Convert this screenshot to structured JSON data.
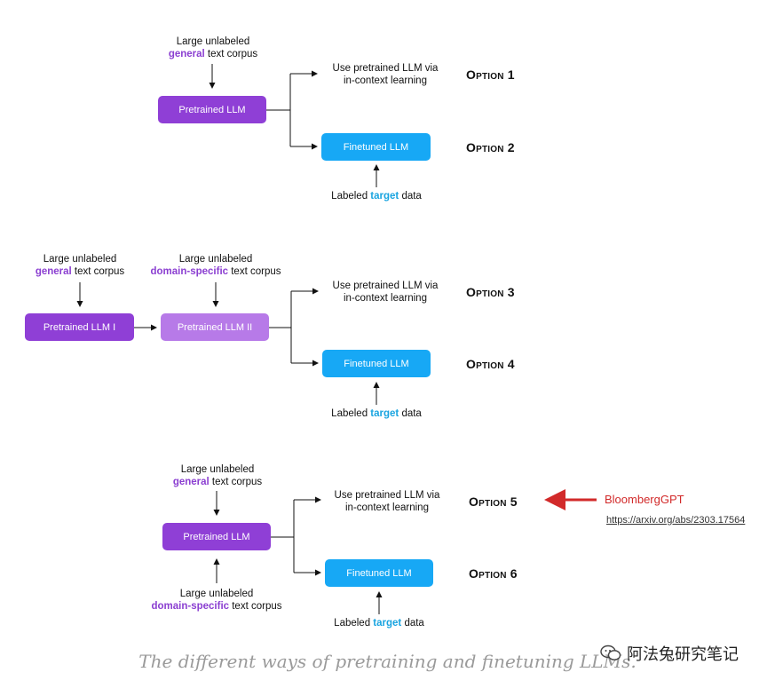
{
  "sections": [
    {
      "corpus_top": {
        "line1": "Large unlabeled",
        "highlight": "general",
        "rest": " text corpus"
      },
      "pretrained_label": "Pretrained LLM",
      "icl": {
        "line1": "Use pretrained LLM via",
        "line2": "in-context learning"
      },
      "finetuned_label": "Finetuned LLM",
      "labeled": {
        "pre": "Labeled ",
        "highlight": "target",
        "post": " data"
      },
      "option_a": {
        "word": "Option",
        "num": "1"
      },
      "option_b": {
        "word": "Option",
        "num": "2"
      }
    },
    {
      "corpus_general": {
        "line1": "Large unlabeled",
        "highlight": "general",
        "rest": " text corpus"
      },
      "corpus_domain": {
        "line1": "Large unlabeled",
        "highlight": "domain-specific",
        "rest": " text corpus"
      },
      "pretrained1_label": "Pretrained LLM I",
      "pretrained2_label": "Pretrained LLM II",
      "icl": {
        "line1": "Use pretrained LLM via",
        "line2": "in-context learning"
      },
      "finetuned_label": "Finetuned LLM",
      "labeled": {
        "pre": "Labeled ",
        "highlight": "target",
        "post": " data"
      },
      "option_a": {
        "word": "Option",
        "num": "3"
      },
      "option_b": {
        "word": "Option",
        "num": "4"
      }
    },
    {
      "corpus_top": {
        "line1": "Large unlabeled",
        "highlight": "general",
        "rest": " text corpus"
      },
      "corpus_bottom": {
        "line1": "Large unlabeled",
        "highlight": "domain-specific",
        "rest": " text corpus"
      },
      "pretrained_label": "Pretrained LLM",
      "icl": {
        "line1": "Use pretrained LLM via",
        "line2": "in-context learning"
      },
      "finetuned_label": "Finetuned LLM",
      "labeled": {
        "pre": "Labeled ",
        "highlight": "target",
        "post": " data"
      },
      "option_a": {
        "word": "Option",
        "num": "5"
      },
      "option_b": {
        "word": "Option",
        "num": "6"
      }
    }
  ],
  "annotation": {
    "label": "BloombergGPT",
    "url": "https://arxiv.org/abs/2303.17564",
    "arrow_color": "#d22a2a"
  },
  "caption": "The different ways of pretraining and finetuning LLMs.",
  "watermark": "阿法兔研究笔记",
  "colors": {
    "purple_dark": "#8f3fd6",
    "purple_light": "#b77ae8",
    "blue": "#17a8f5",
    "purple_text": "#8b3fd1",
    "cyan_text": "#19a4e0"
  }
}
